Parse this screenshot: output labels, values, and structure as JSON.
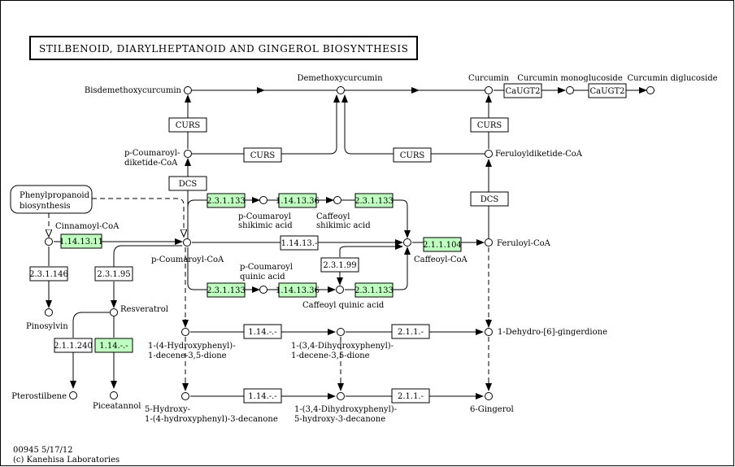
{
  "title": "STILBENOID, DIARYLHEPTANOID AND GINGEROL BIOSYNTHESIS",
  "footer": {
    "code_date": "00945 5/17/12",
    "copyright": "(c) Kanehisa Laboratories"
  },
  "colors": {
    "enzyme_present": "#bfffbf",
    "enzyme_absent": "#ffffff",
    "line": "#000000"
  },
  "map_link": {
    "label_line1": "Phenylpropanoid",
    "label_line2": "biosynthesis"
  },
  "compounds": {
    "bisdemethoxycurcumin": "Bisdemethoxycurcumin",
    "demethoxycurcumin": "Demethoxycurcumin",
    "curcumin": "Curcumin",
    "curcumin_monoglucoside": "Curcumin monoglucoside",
    "curcumin_diglucoside": "Curcumin diglucoside",
    "p_coumaroyl_diketide_coa_1": "p-Coumaroyl-",
    "p_coumaroyl_diketide_coa_2": "diketide-CoA",
    "feruloyldiketide_coa": "Feruloyldiketide-CoA",
    "cinnamoyl_coa": "Cinnamoyl-CoA",
    "p_coumaroyl_coa": "p-Coumaroyl-CoA",
    "p_coumaroyl_shikimic_1": "p-Coumaroyl",
    "p_coumaroyl_shikimic_2": "shikimic acid",
    "caffeoyl_shikimic_1": "Caffeoyl",
    "caffeoyl_shikimic_2": "shikimic acid",
    "p_coumaroyl_quinic_1": "p-Coumaroyl",
    "p_coumaroyl_quinic_2": "quinic acid",
    "caffeoyl_quinic": "Caffeoyl quinic acid",
    "caffeoyl_coa": "Caffeoyl-CoA",
    "feruloyl_coa": "Feruloyl-CoA",
    "pinosylvin": "Pinosylvin",
    "resveratrol": "Resveratrol",
    "pterostilbene": "Pterostilbene",
    "piceatannol": "Piceatannol",
    "hydroxyphenyl_decenedione_1": "1-(4-Hydroxyphenyl)-",
    "hydroxyphenyl_decenedione_2": "1-decene-3,5-dione",
    "dihydroxyphenyl_decenedione_1": "1-(3,4-Dihydroxyphenyl)-",
    "dihydroxyphenyl_decenedione_2": "1-decene-3,5-dione",
    "dehydro_gingerdione": "1-Dehydro-[6]-gingerdione",
    "hydroxy_decanone_1": "5-Hydroxy-",
    "hydroxy_decanone_2": "1-(4-hydroxyphenyl)-3-decanone",
    "dihydroxyphenyl_decanone_1": "1-(3,4-Dihydroxyphenyl)-",
    "dihydroxyphenyl_decanone_2": "5-hydroxy-3-decanone",
    "gingerol": "6-Gingerol"
  },
  "enzymes": {
    "calugt2_a": "CaUGT2",
    "calugt2_b": "CaUGT2",
    "curs_left": "CURS",
    "curs_mid_a": "CURS",
    "curs_mid_b": "CURS",
    "curs_right": "CURS",
    "dcs_left": "DCS",
    "dcs_right": "DCS",
    "e_1_14_13_11": "1.14.13.11",
    "e_2_3_1_133_top": "2.3.1.133",
    "e_1_14_13_36_top": "1.14.13.36",
    "e_2_3_1_133_top2": "2.3.1.133",
    "e_1_14_13_center": "1.14.13.-",
    "e_2_1_1_104": "2.1.1.104",
    "e_2_3_1_99": "2.3.1.99",
    "e_2_3_1_133_bot": "2.3.1.133",
    "e_1_14_13_36_bot": "1.14.13.36",
    "e_2_3_1_133_bot2": "2.3.1.133",
    "e_2_3_1_146": "2.3.1.146",
    "e_2_3_1_95": "2.3.1.95",
    "e_2_1_1_240": "2.1.1.240",
    "e_1_14_left": "1.14.-.-",
    "e_1_14_row1": "1.14.-.-",
    "e_2_1_1_row1": "2.1.1.-",
    "e_1_14_row2": "1.14.-.-",
    "e_2_1_1_row2": "2.1.1.-"
  }
}
